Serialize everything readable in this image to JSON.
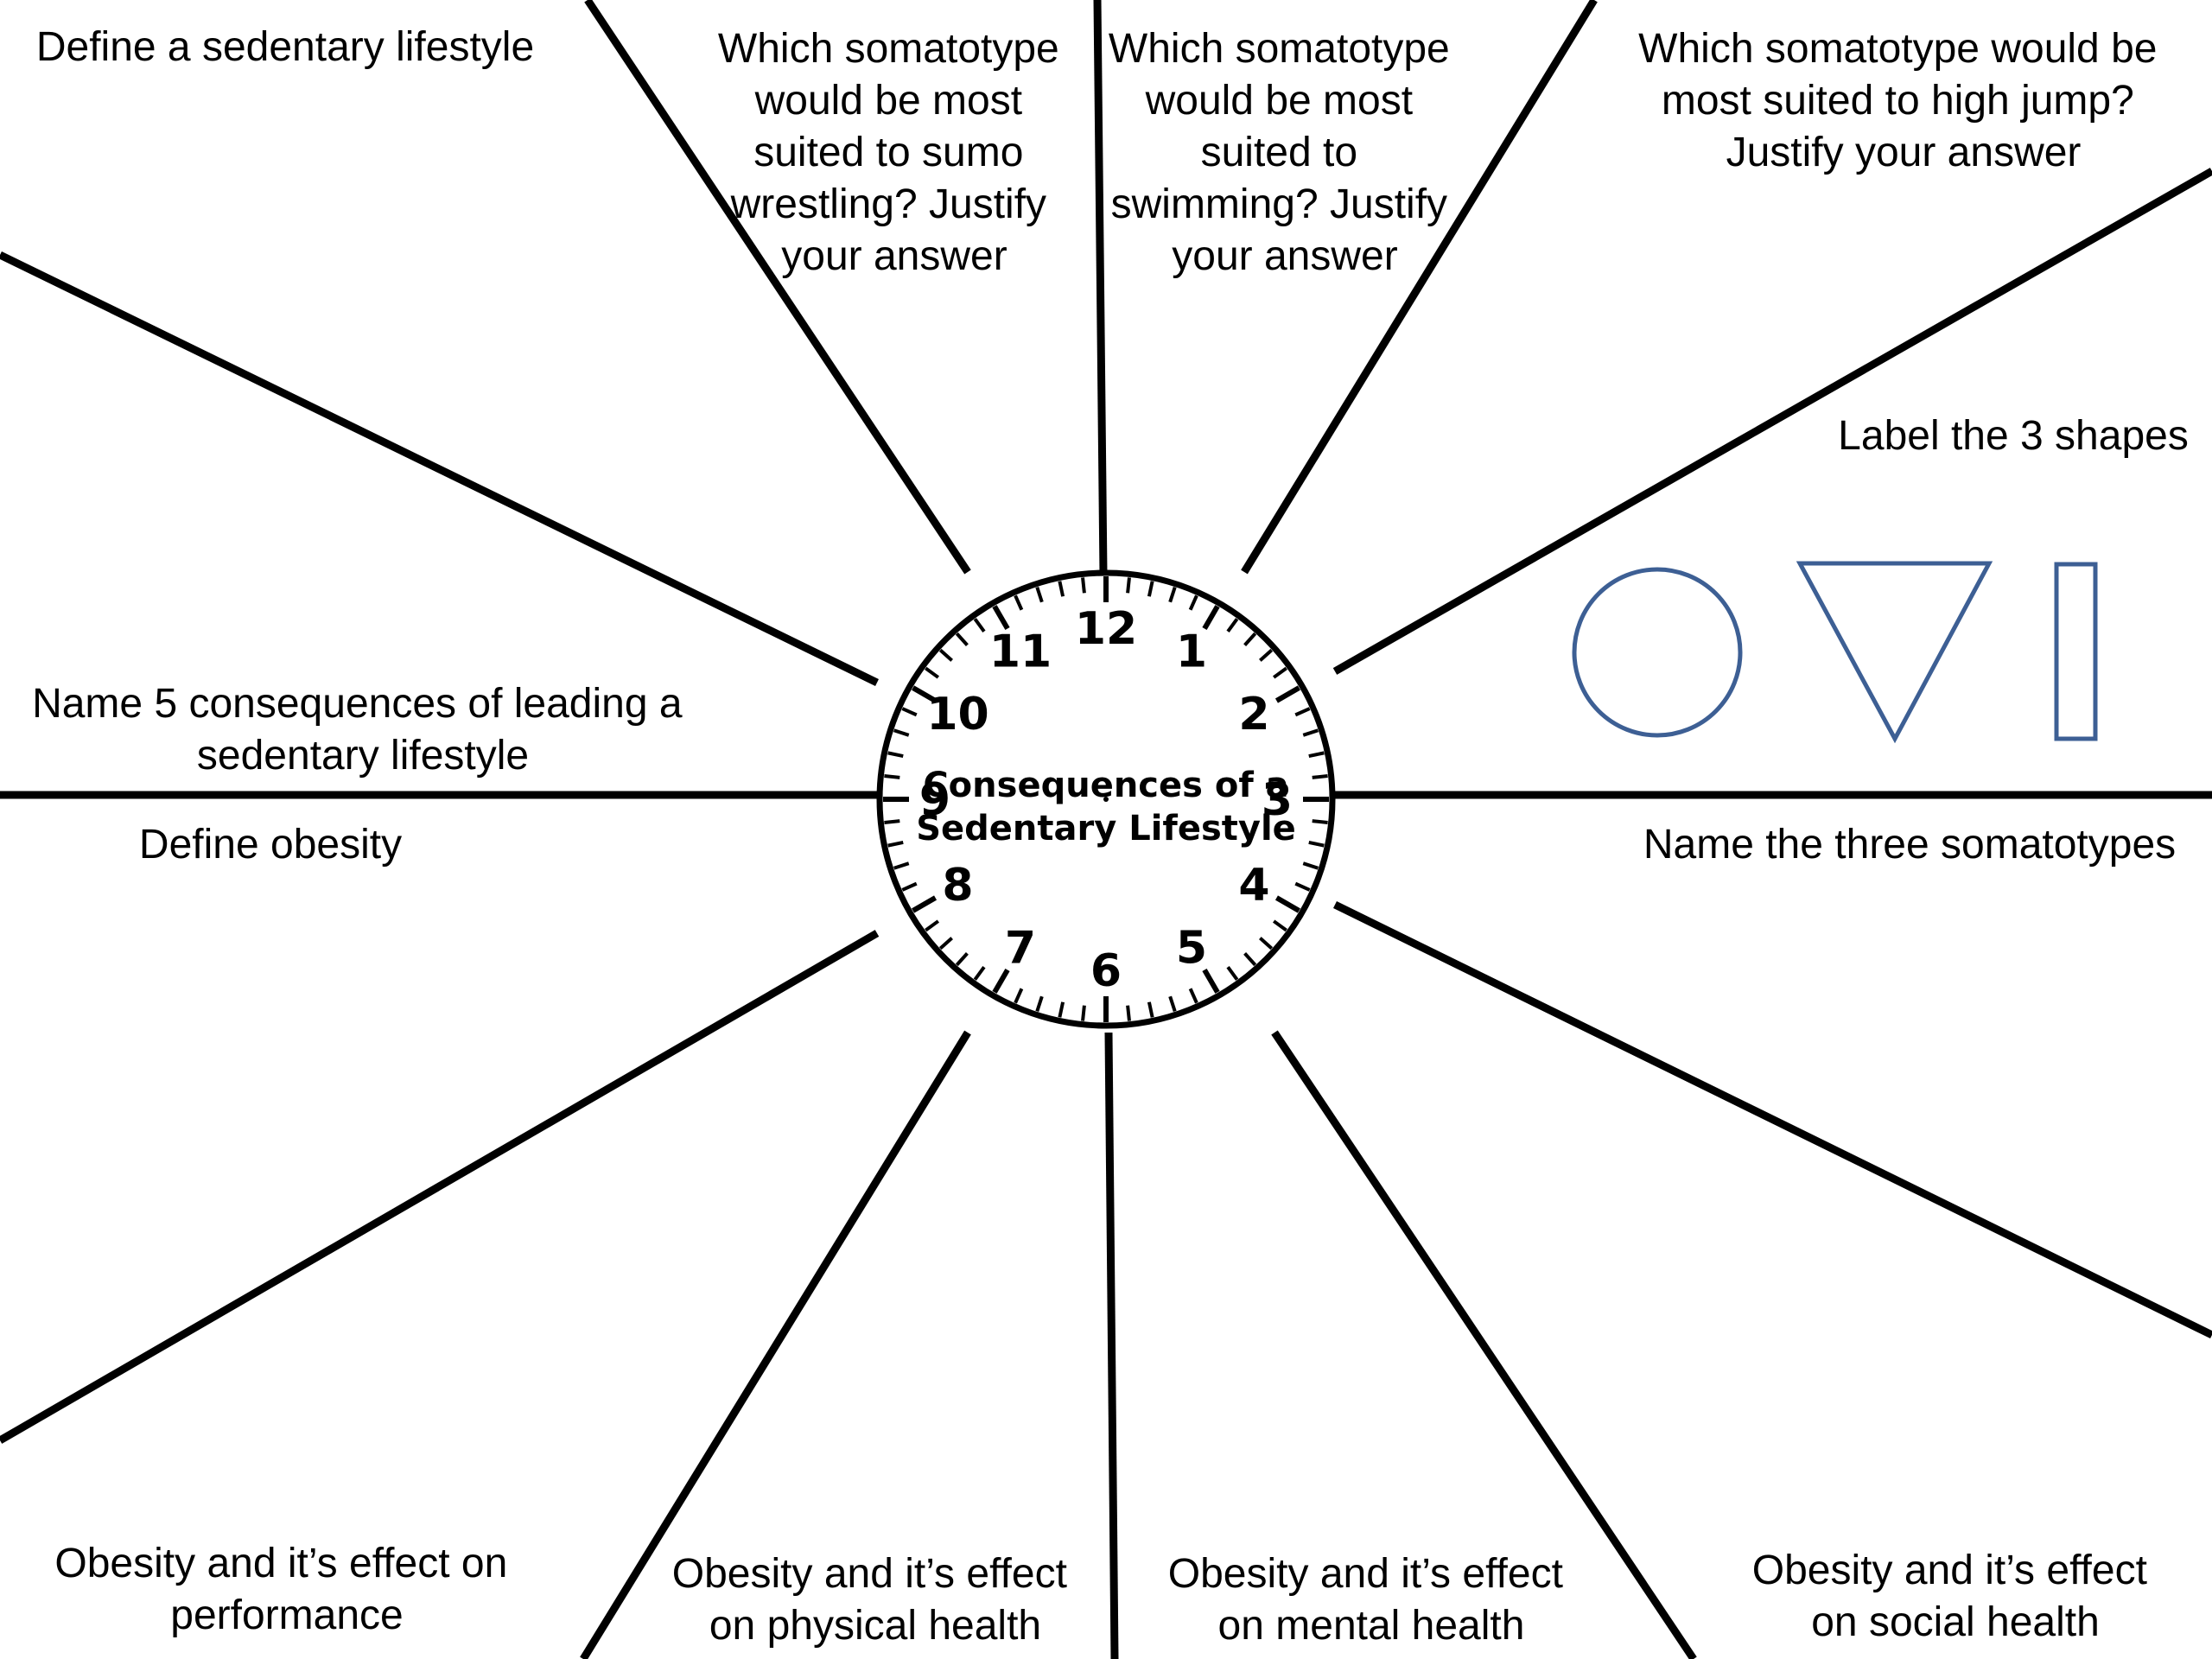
{
  "center": {
    "title_line1": "Consequences of a",
    "title_line2": "Sedentary Lifestyle",
    "clock_numbers": [
      "12",
      "1",
      "2",
      "3",
      "4",
      "5",
      "6",
      "7",
      "8",
      "9",
      "10",
      "11"
    ]
  },
  "questions": {
    "define_sedentary": [
      "Define a sedentary lifestyle"
    ],
    "sumo": [
      "Which somatotype",
      "would be most",
      "suited to sumo",
      "wrestling? Justify",
      "your answer"
    ],
    "swimming": [
      "Which somatotype",
      "would be most",
      "suited to",
      "swimming? Justify",
      "your answer"
    ],
    "high_jump": [
      "Which somatotype would be",
      "most suited to high jump?",
      "Justify your answer"
    ],
    "label_shapes": [
      "Label the 3 shapes"
    ],
    "name_consequences": [
      "Name 5 consequences of leading a",
      "sedentary lifestyle"
    ],
    "define_obesity": [
      "Define obesity"
    ],
    "name_somatotypes": [
      "Name the three somatotypes"
    ],
    "performance": [
      "Obesity and it’s effect on",
      "performance"
    ],
    "physical": [
      "Obesity and it’s effect",
      "on physical health"
    ],
    "mental": [
      "Obesity and it’s effect",
      "on mental health"
    ],
    "social": [
      "Obesity and it’s effect",
      "on social health"
    ]
  },
  "shapes": {
    "stroke_color": "#3d5f94",
    "items": [
      "circle",
      "inverted-triangle",
      "rectangle"
    ]
  }
}
